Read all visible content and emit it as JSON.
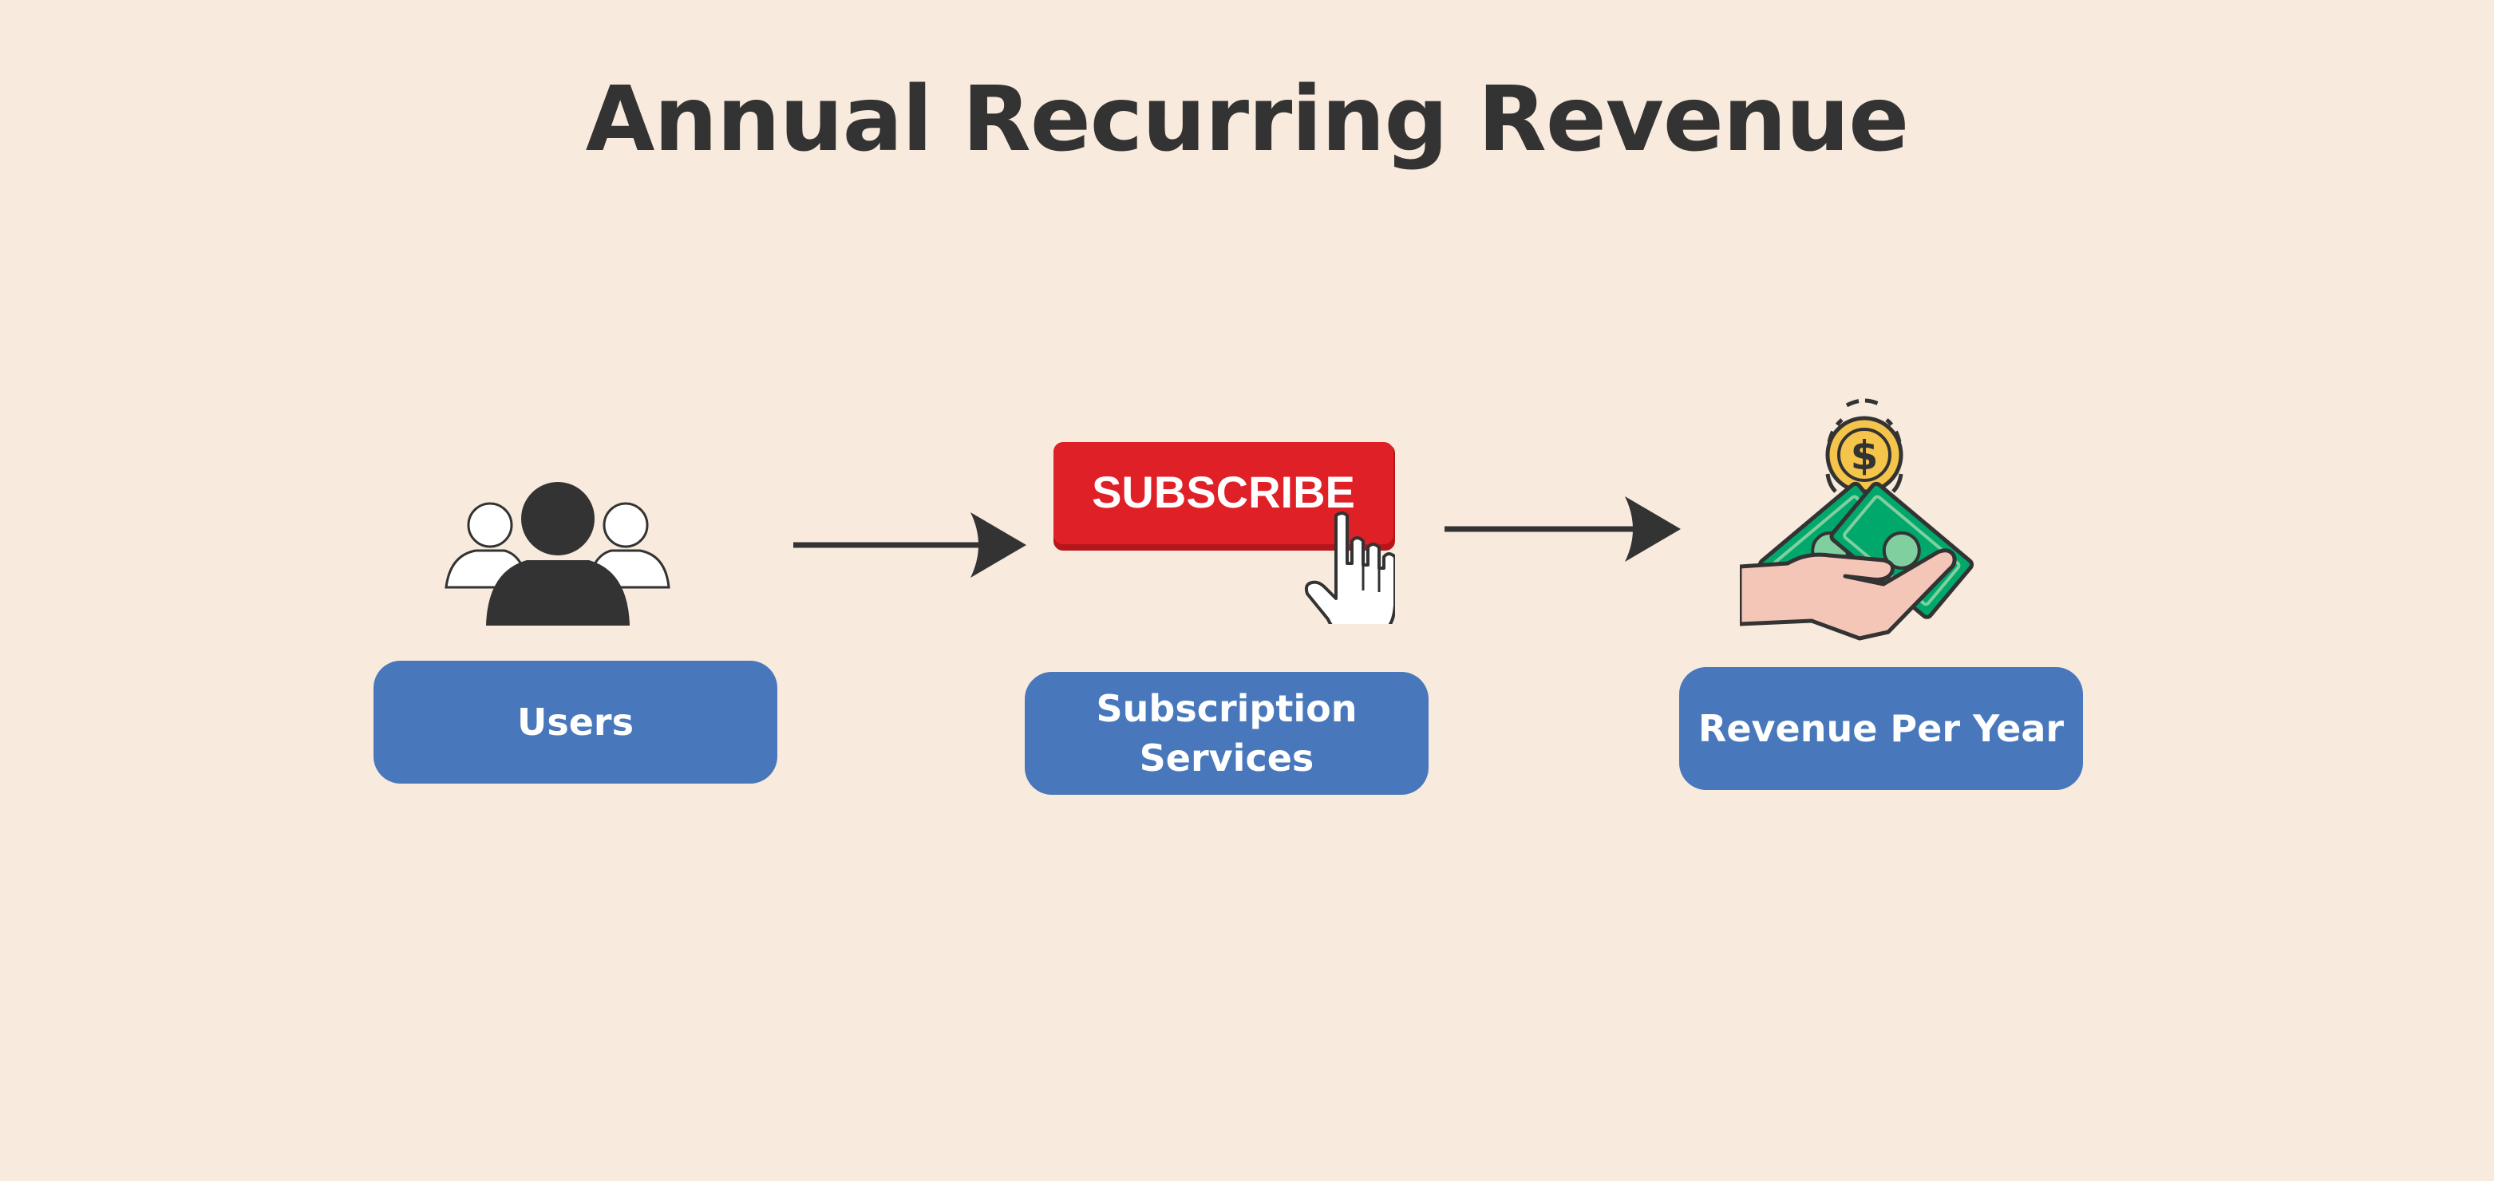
{
  "title": "Annual Recurring Revenue",
  "colors": {
    "background": "#f8eadc",
    "title_text": "#333333",
    "label_box": "#4878bb",
    "label_text": "#ffffff",
    "subscribe_button": "#e02027",
    "subscribe_button_shadow": "#b5161c",
    "icon_dark": "#333333",
    "money_green": "#00a86b",
    "money_light": "#7fcf9f",
    "coin_gold": "#f5c44a",
    "hand_skin": "#f4c6b8"
  },
  "steps": [
    {
      "id": "users",
      "label": "Users",
      "icon": "users-group-icon"
    },
    {
      "id": "subscription",
      "label": "Subscription\nServices",
      "icon": "subscribe-button-icon",
      "button_text": "SUBSCRIBE"
    },
    {
      "id": "revenue",
      "label": "Revenue Per Year",
      "icon": "money-in-hand-icon",
      "coin_symbol": "$"
    }
  ],
  "connectors": [
    {
      "from": "users",
      "to": "subscription",
      "type": "arrow"
    },
    {
      "from": "subscription",
      "to": "revenue",
      "type": "arrow"
    }
  ]
}
